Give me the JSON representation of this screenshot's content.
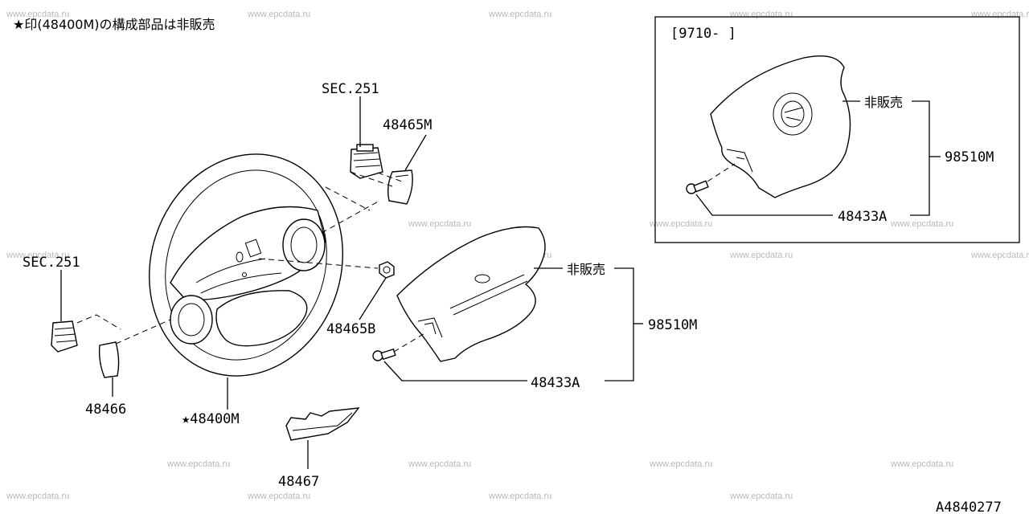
{
  "header_note": "★印(48400M)の構成部品は非販売",
  "inset_date_range": "[9710-     ]",
  "watermark": "www.epcdata.ru",
  "diagram_code": "A4840277",
  "callouts": {
    "sec_upper": "SEC.251",
    "sec_left": "SEC.251",
    "p48465M": "48465M",
    "p48465B": "48465B",
    "p48466": "48466",
    "p48400M": "★48400M",
    "p48467": "48467",
    "main_not_sold": "非販売",
    "main_98510M": "98510M",
    "main_48433A": "48433A",
    "inset_not_sold": "非販売",
    "inset_98510M": "98510M",
    "inset_48433A": "48433A"
  }
}
